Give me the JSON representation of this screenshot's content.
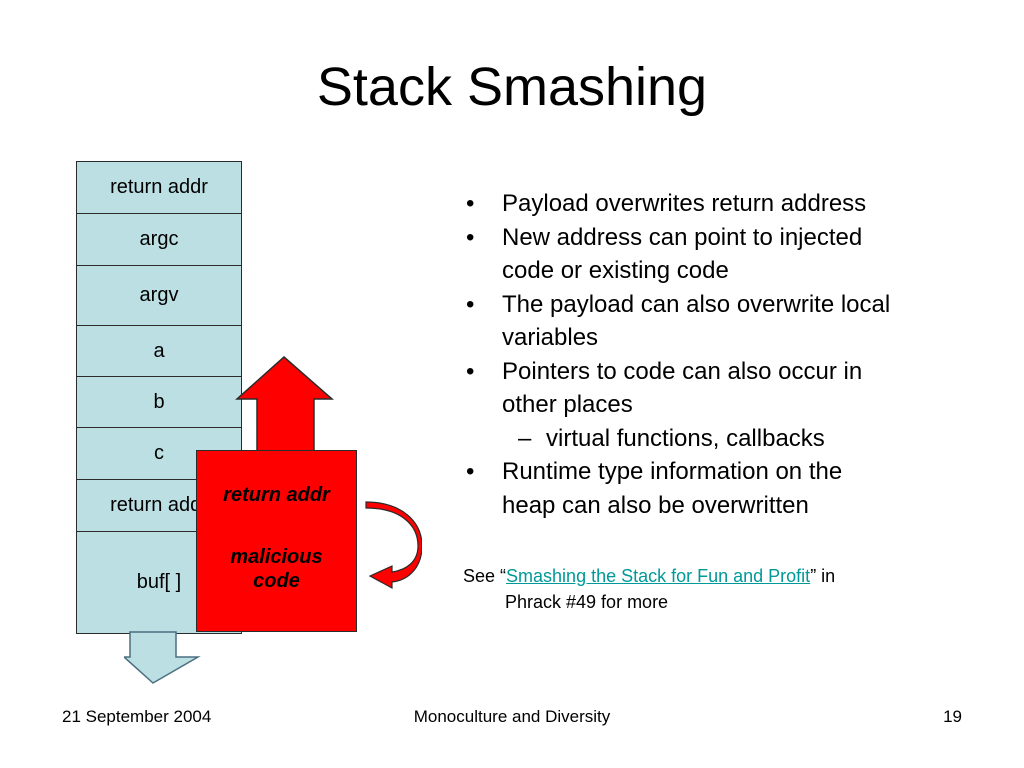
{
  "slide": {
    "title": "Stack Smashing",
    "stack_cells": [
      "return addr",
      "argc",
      "argv",
      "a",
      "b",
      "c",
      "return addr",
      "buf[ ]"
    ],
    "payload": {
      "return_label": "return addr",
      "code_line1": "malicious",
      "code_line2": "code"
    },
    "bullets": [
      {
        "dot": "•",
        "line1": "Payload overwrites return address",
        "line2": ""
      },
      {
        "dot": "•",
        "line1": "New address can point to injected",
        "line2": "code or existing code"
      },
      {
        "dot": "•",
        "line1": "The payload can also overwrite local",
        "line2": "variables"
      },
      {
        "dot": "•",
        "line1": "Pointers to code can also occur in",
        "line2": "other places"
      },
      {
        "dot": "–",
        "line1": "virtual functions, callbacks",
        "line2": ""
      },
      {
        "dot": "•",
        "line1": "Runtime type information on the",
        "line2": "heap can also be overwritten"
      }
    ],
    "reference": {
      "prefix": "See “",
      "link_text": "Smashing the Stack for Fun and Profit",
      "suffix": "” in",
      "line2": "Phrack #49 for more"
    },
    "footer": {
      "date": "21 September 2004",
      "center": "Monoculture and Diversity",
      "page": "19"
    },
    "colors": {
      "stack_fill": "#bcdfe3",
      "payload_fill": "#ff0000",
      "link": "#009999"
    }
  }
}
